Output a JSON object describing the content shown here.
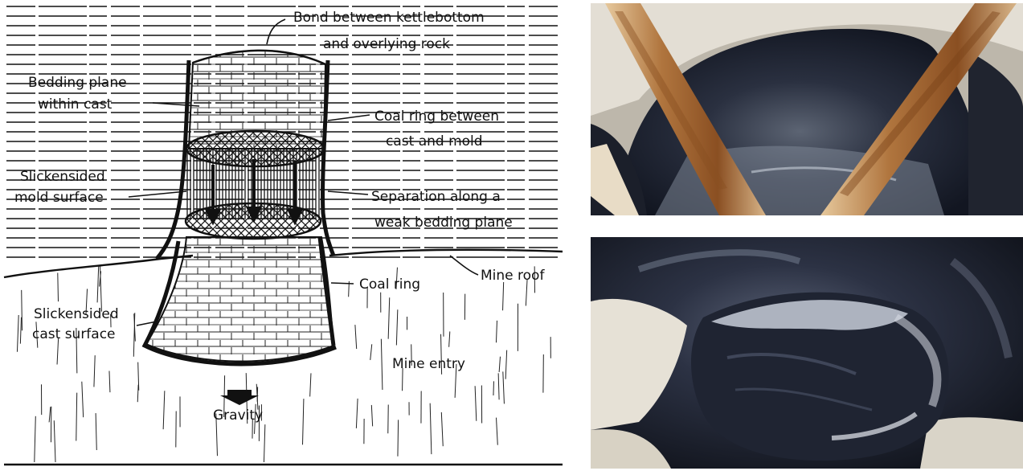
{
  "diagram": {
    "labels": {
      "bond": [
        "Bond between kettlebottom",
        "and overlying rock"
      ],
      "bedding_plane": [
        "Bedding plane",
        "within cast"
      ],
      "coal_ring_between": [
        "Coal ring between",
        "cast and mold"
      ],
      "slickensided_mold": [
        "Slickensided",
        "mold surface"
      ],
      "separation": [
        "Separation along a",
        "weak bedding plane"
      ],
      "coal_ring": "Coal ring",
      "mine_roof": "Mine roof",
      "slickensided_cast": [
        "Slickensided",
        "cast surface"
      ],
      "mine_entry": "Mine entry",
      "gravity": "Gravity"
    }
  },
  "photos": {
    "top": {
      "subject": "kettlebottom-in-mine-roof-with-timber-supports"
    },
    "bottom": {
      "subject": "slickensided-cast-surface-closeup"
    }
  },
  "colors": {
    "ink": "#111111",
    "rock_light": "#d9d6cc",
    "coal": "#1d2230",
    "timber": "#b0753e"
  }
}
